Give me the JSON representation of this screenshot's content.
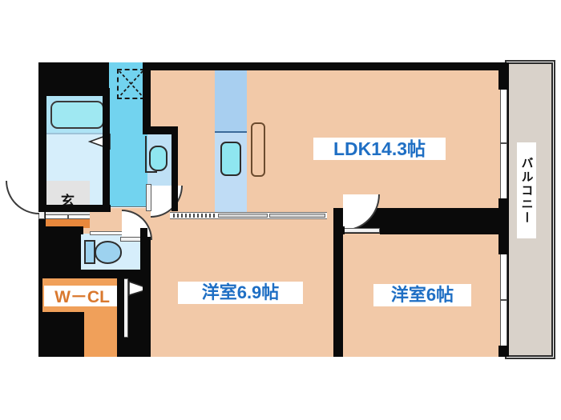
{
  "plan": {
    "title": "Apartment floor plan",
    "rooms": [
      {
        "key": "ldk",
        "label": "LDK14.3帖",
        "color": "#f2c9a8"
      },
      {
        "key": "washitsu1",
        "label": "洋室6.9帖",
        "color": "#f2c9a8"
      },
      {
        "key": "washitsu2",
        "label": "洋室6帖",
        "color": "#f2c9a8"
      },
      {
        "key": "closet",
        "label": "W－CL",
        "color": "#f0a05a"
      },
      {
        "key": "genkan",
        "label": "玄",
        "color": "#e3e3e3"
      },
      {
        "key": "balcony",
        "label": "バルコニー",
        "color": "#d9d2ca"
      }
    ],
    "labels": {
      "ldk": "LDK14.3帖",
      "bedroom_main": "洋室6.9帖",
      "bedroom_second": "洋室6帖",
      "walk_in_closet": "W－CL",
      "entrance": "玄",
      "balcony": "バルコニー"
    },
    "colors": {
      "wall": "#0a0a0a",
      "room_floor": "#f2c9a8",
      "balcony_floor": "#d9d2ca",
      "closet_floor": "#f0a05a",
      "washroom_floor": "#72d3ef",
      "bath_floor": "#d6eefb",
      "text_blue": "#1f6fc4",
      "text_orange": "#d9782e",
      "background": "#ffffff"
    },
    "fixtures": [
      {
        "name": "bathtub",
        "area": "bathroom"
      },
      {
        "name": "washing-machine",
        "area": "washroom"
      },
      {
        "name": "vanity-basin",
        "area": "washroom"
      },
      {
        "name": "toilet",
        "area": "toilet"
      },
      {
        "name": "kitchen-sink",
        "area": "ldk"
      },
      {
        "name": "refrigerator-space",
        "area": "ldk"
      }
    ]
  }
}
